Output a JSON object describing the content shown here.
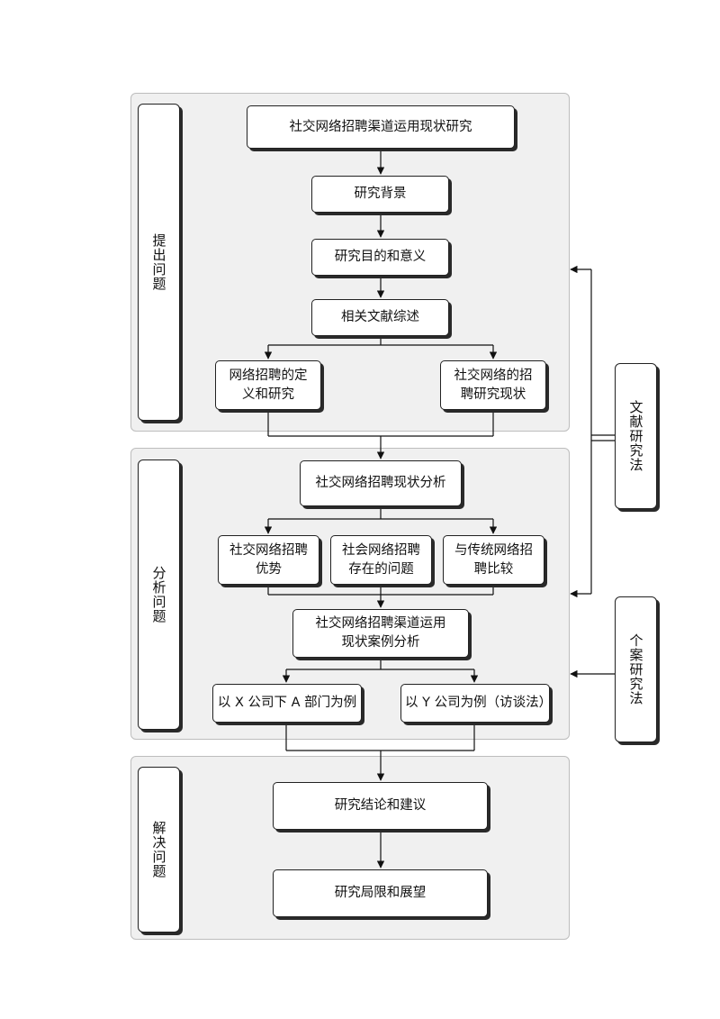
{
  "sections": {
    "raise": "提出问题",
    "analyze": "分析问题",
    "solve": "解决问题"
  },
  "nodes": {
    "title": "社交网络招聘渠道运用现状研究",
    "background": "研究背景",
    "purpose": "研究目的和意义",
    "literature": "相关文献综述",
    "def_research": "网络招聘的定义和研究",
    "social_status": "社交网络的招聘研究现状",
    "status_analysis": "社交网络招聘现状分析",
    "advantages": "社交网络招聘优势",
    "problems": "社会网络招聘存在的问题",
    "comparison": "与传统网络招聘比较",
    "case_analysis": "社交网络招聘渠道运用现状案例分析",
    "case_x": "以 X 公司下 A 部门为例",
    "case_y": "以 Y 公司为例（访谈法）",
    "conclusion": "研究结论和建议",
    "limits": "研究局限和展望"
  },
  "methods": {
    "literature_method": "文献研究法",
    "case_method": "个案研究法"
  }
}
